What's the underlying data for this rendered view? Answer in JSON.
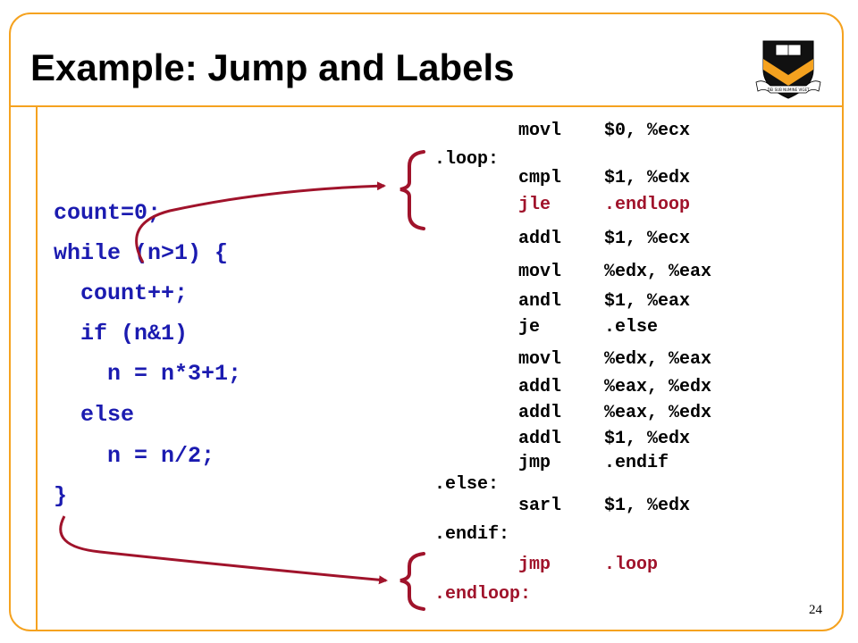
{
  "slide": {
    "title": "Example: Jump and Labels",
    "page_number": "24",
    "colors": {
      "frame": "#f5a21f",
      "code_blue": "#1b1bb0",
      "highlight": "#a0132b"
    },
    "logo_icon": "princeton-shield-icon",
    "logo_text": "DEI SUB NUMINE VIGET"
  },
  "c_code": [
    "count=0;",
    "while (n>1) {",
    "  count++;",
    "  if (n&1)",
    "    n = n*3+1;",
    "  else",
    "    n = n/2;",
    "}"
  ],
  "assembly": [
    {
      "label": "",
      "op": "movl",
      "arg": "$0, %ecx"
    },
    {
      "label": ".loop:",
      "op": "",
      "arg": ""
    },
    {
      "label": "",
      "op": "cmpl",
      "arg": "$1, %edx"
    },
    {
      "label": "",
      "op": "jle",
      "arg": ".endloop"
    },
    {
      "label": "",
      "op": "addl",
      "arg": "$1, %ecx"
    },
    {
      "label": "",
      "op": "movl",
      "arg": "%edx, %eax"
    },
    {
      "label": "",
      "op": "andl",
      "arg": "$1, %eax"
    },
    {
      "label": "",
      "op": "je",
      "arg": ".else"
    },
    {
      "label": "",
      "op": "movl",
      "arg": "%edx, %eax"
    },
    {
      "label": "",
      "op": "addl",
      "arg": "%eax, %edx"
    },
    {
      "label": "",
      "op": "addl",
      "arg": "%eax, %edx"
    },
    {
      "label": "",
      "op": "addl",
      "arg": "$1, %edx"
    },
    {
      "label": "",
      "op": "jmp",
      "arg": ".endif"
    },
    {
      "label": ".else:",
      "op": "",
      "arg": ""
    },
    {
      "label": "",
      "op": "sarl",
      "arg": "$1, %edx"
    },
    {
      "label": ".endif:",
      "op": "",
      "arg": ""
    },
    {
      "label": "",
      "op": "jmp",
      "arg": ".loop"
    },
    {
      "label": ".endloop:",
      "op": "",
      "arg": ""
    }
  ]
}
